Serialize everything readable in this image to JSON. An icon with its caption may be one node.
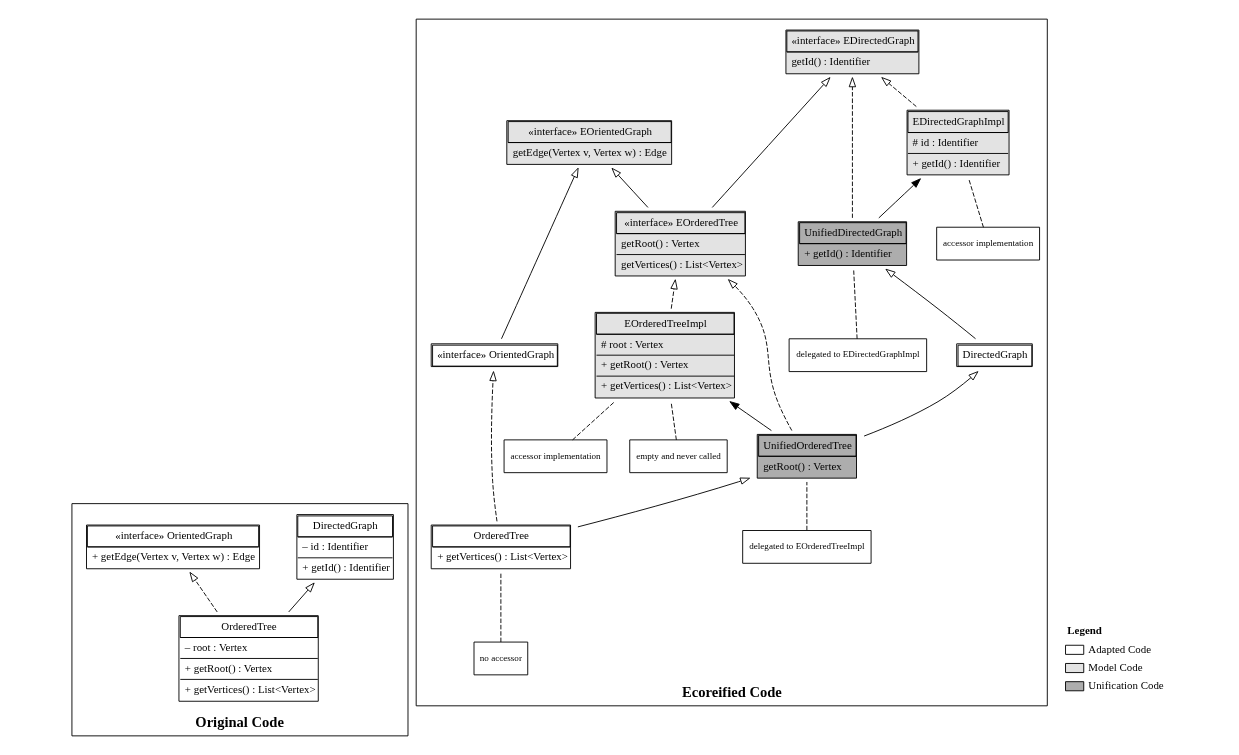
{
  "diagram": {
    "nodes": [
      {
        "text": [
          "Original Code"
        ]
      },
      {
        "text": [
          "«interface» OrientedGraph",
          "+ getEdge(Vertex v, Vertex w) : Edge"
        ],
        "in": 0
      },
      {
        "text": [
          "DirectedGraph",
          "– id : Identifier",
          "+ getId() : Identifier"
        ],
        "in": 0
      },
      {
        "text": [
          "OrderedTree",
          "– root : Vertex",
          "+ getRoot() : Vertex",
          "+ getVertices() : List<Vertex>"
        ],
        "in": 0
      },
      {
        "text": [
          "Ecoreified Code"
        ]
      },
      {
        "text": [
          "«interface» EOrientedGraph",
          "getEdge(Vertex v, Vertex w) : Edge"
        ],
        "in": 4
      },
      {
        "text": [
          "«interface» EDirectedGraph",
          "getId() : Identifier"
        ],
        "in": 4
      },
      {
        "text": [
          "«interface» OrientedGraph"
        ],
        "in": 4
      },
      {
        "text": [
          "UnifiedDirectedGraph",
          "+ getId() : Identifier"
        ],
        "in": 4
      },
      {
        "text": [
          "delegated to EDirectedGraphImpl"
        ],
        "in": 4
      },
      {
        "text": [
          "DirectedGraph"
        ],
        "in": 4
      },
      {
        "text": [
          "EDirectedGraphImpl",
          "# id : Identifier",
          "+ getId() : Identifier"
        ],
        "in": 4
      },
      {
        "text": [
          "accessor implementation"
        ],
        "in": 4
      },
      {
        "text": [
          "UnifiedOrderedTree",
          "getRoot() : Vertex"
        ],
        "in": 4
      },
      {
        "text": [
          "delegated to EOrderedTreeImpl"
        ],
        "in": 4
      },
      {
        "text": [
          "«interface» EOrderedTree",
          "getRoot() : Vertex",
          "getVertices() : List<Vertex>"
        ],
        "in": 4
      },
      {
        "text": [
          "OrderedTree",
          "+ getVertices() : List<Vertex>"
        ],
        "in": 4
      },
      {
        "text": [
          "EOrderedTreeImpl",
          "# root : Vertex",
          "+ getRoot() : Vertex",
          "+ getVertices() : List<Vertex>"
        ],
        "in": 4
      },
      {
        "text": [
          "no accessor"
        ],
        "in": 4
      },
      {
        "text": [
          "accessor implementation"
        ],
        "in": 4
      },
      {
        "text": [
          "empty and never called"
        ],
        "in": 4
      }
    ],
    "edges": [
      {
        "from": 3,
        "to": 1,
        "arrow": "to",
        "style": "dashed"
      },
      {
        "from": 3,
        "to": 2,
        "arrow": "to"
      },
      {
        "from": 7,
        "to": 5,
        "arrow": "to"
      },
      {
        "from": 8,
        "to": 6,
        "arrow": "to",
        "style": "dashed"
      },
      {
        "from": 11,
        "to": 6,
        "arrow": "to",
        "style": "dashed"
      },
      {
        "from": 8,
        "to": 11,
        "arrow": "to"
      },
      {
        "from": 10,
        "to": 8,
        "arrow": "to"
      },
      {
        "from": 9,
        "to": 8,
        "arrow": "none",
        "style": "dashed"
      },
      {
        "from": 12,
        "to": 11,
        "arrow": "none",
        "style": "dashed"
      },
      {
        "from": 13,
        "to": 10,
        "arrow": "to"
      },
      {
        "from": 13,
        "to": 15,
        "arrow": "to",
        "style": "dashed"
      },
      {
        "from": 13,
        "to": 17,
        "arrow": "to"
      },
      {
        "from": 14,
        "to": 13,
        "arrow": "none",
        "style": "dashed"
      },
      {
        "from": 16,
        "to": 13,
        "arrow": "to"
      },
      {
        "from": 16,
        "to": 7,
        "arrow": "to",
        "style": "dashed"
      },
      {
        "from": 15,
        "to": 5,
        "arrow": "to"
      },
      {
        "from": 15,
        "to": 6,
        "arrow": "to"
      },
      {
        "from": 17,
        "to": 15,
        "arrow": "to",
        "style": "dashed"
      },
      {
        "from": 18,
        "to": 16,
        "arrow": "none",
        "style": "dashed"
      },
      {
        "from": 19,
        "to": 17,
        "arrow": "none",
        "style": "dashed"
      },
      {
        "from": 20,
        "to": 17,
        "arrow": "none",
        "style": "dashed"
      }
    ],
    "labels": [
      "Legend"
    ],
    "legend": [
      {
        "text": "Adapted Code",
        "color": "#ffffff"
      },
      {
        "text": "Model Code",
        "color": "#e3e3e3"
      },
      {
        "text": "Unification Code",
        "color": "#adadad"
      }
    ]
  }
}
